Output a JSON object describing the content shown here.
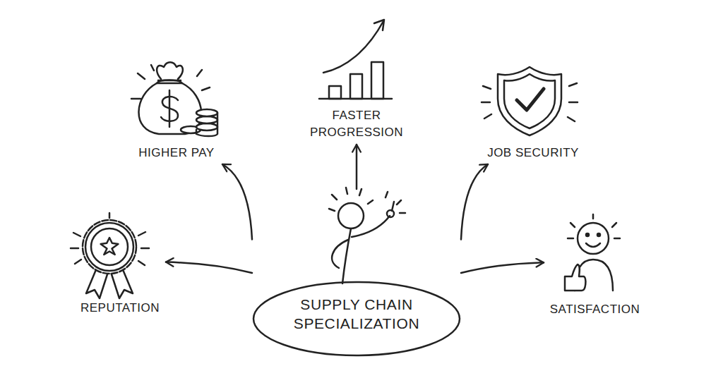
{
  "diagram": {
    "nodes": [
      {
        "text": [
          "HIGHER PAY"
        ]
      },
      {
        "text": [
          "FASTER PROGRESSION"
        ]
      },
      {
        "text": [
          "JOB SECURITY"
        ]
      },
      {
        "text": [
          "REPUTATION"
        ]
      },
      {
        "text": [
          "SUPPLY CHAIN SPECIALIZATION"
        ]
      },
      {
        "text": [
          "SATISFACTION"
        ]
      }
    ],
    "edges": [
      {
        "from": 4,
        "to": 0,
        "arrow": "to"
      },
      {
        "from": 4,
        "to": 1,
        "arrow": "to"
      },
      {
        "from": 4,
        "to": 2,
        "arrow": "to"
      },
      {
        "from": 4,
        "to": 3,
        "arrow": "to"
      },
      {
        "from": 4,
        "to": 5,
        "arrow": "to"
      }
    ]
  }
}
